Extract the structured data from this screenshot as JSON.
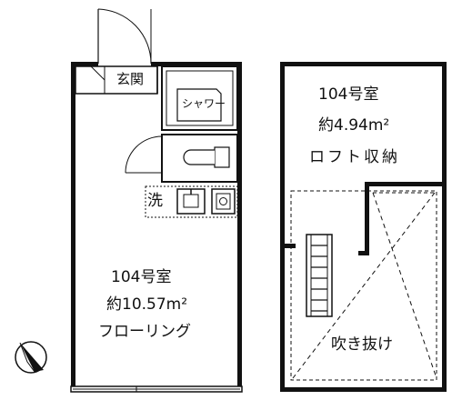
{
  "main_room": {
    "room_no": "104号室",
    "area": "約10.57m²",
    "floor_type": "フローリング"
  },
  "loft": {
    "room_no": "104号室",
    "area": "約4.94m²",
    "label": "ロフト収納",
    "void_label": "吹き抜け"
  },
  "fixtures": {
    "entrance": "玄関",
    "shower": "シャワー",
    "wash": "洗"
  }
}
